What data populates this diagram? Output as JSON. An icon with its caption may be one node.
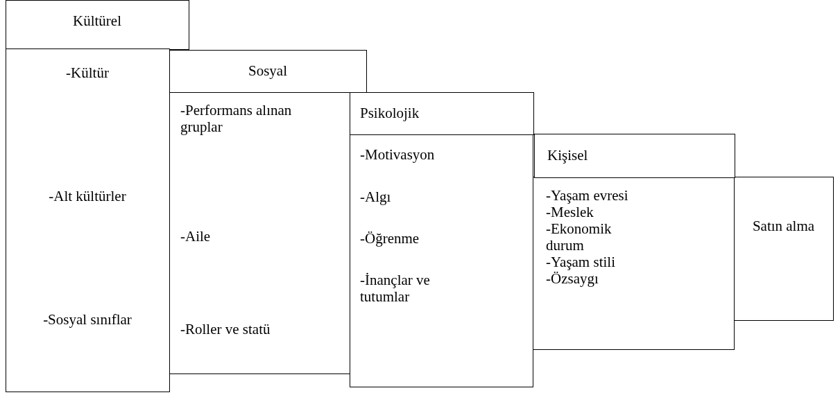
{
  "diagram": {
    "nodes": [
      {
        "text": [
          "Kültürel"
        ]
      },
      {
        "text": [
          "-Kültür",
          "-Alt kültürler",
          "-Sosyal sınıflar"
        ]
      },
      {
        "text": [
          "Sosyal"
        ]
      },
      {
        "text": [
          "-Performans alınan gruplar",
          "-Aile",
          "-Roller ve statü"
        ]
      },
      {
        "text": [
          "Psikolojik"
        ]
      },
      {
        "text": [
          "-Motivasyon",
          "-Algı",
          "-Öğrenme",
          "-İnançlar ve tutumlar"
        ]
      },
      {
        "text": [
          "Kişisel"
        ]
      },
      {
        "text": [
          "-Yaşam evresi",
          "-Meslek",
          "-Ekonomik durum",
          "-Yaşam stili",
          "-Özsaygı"
        ]
      },
      {
        "text": [
          "Satın alma"
        ]
      }
    ]
  }
}
